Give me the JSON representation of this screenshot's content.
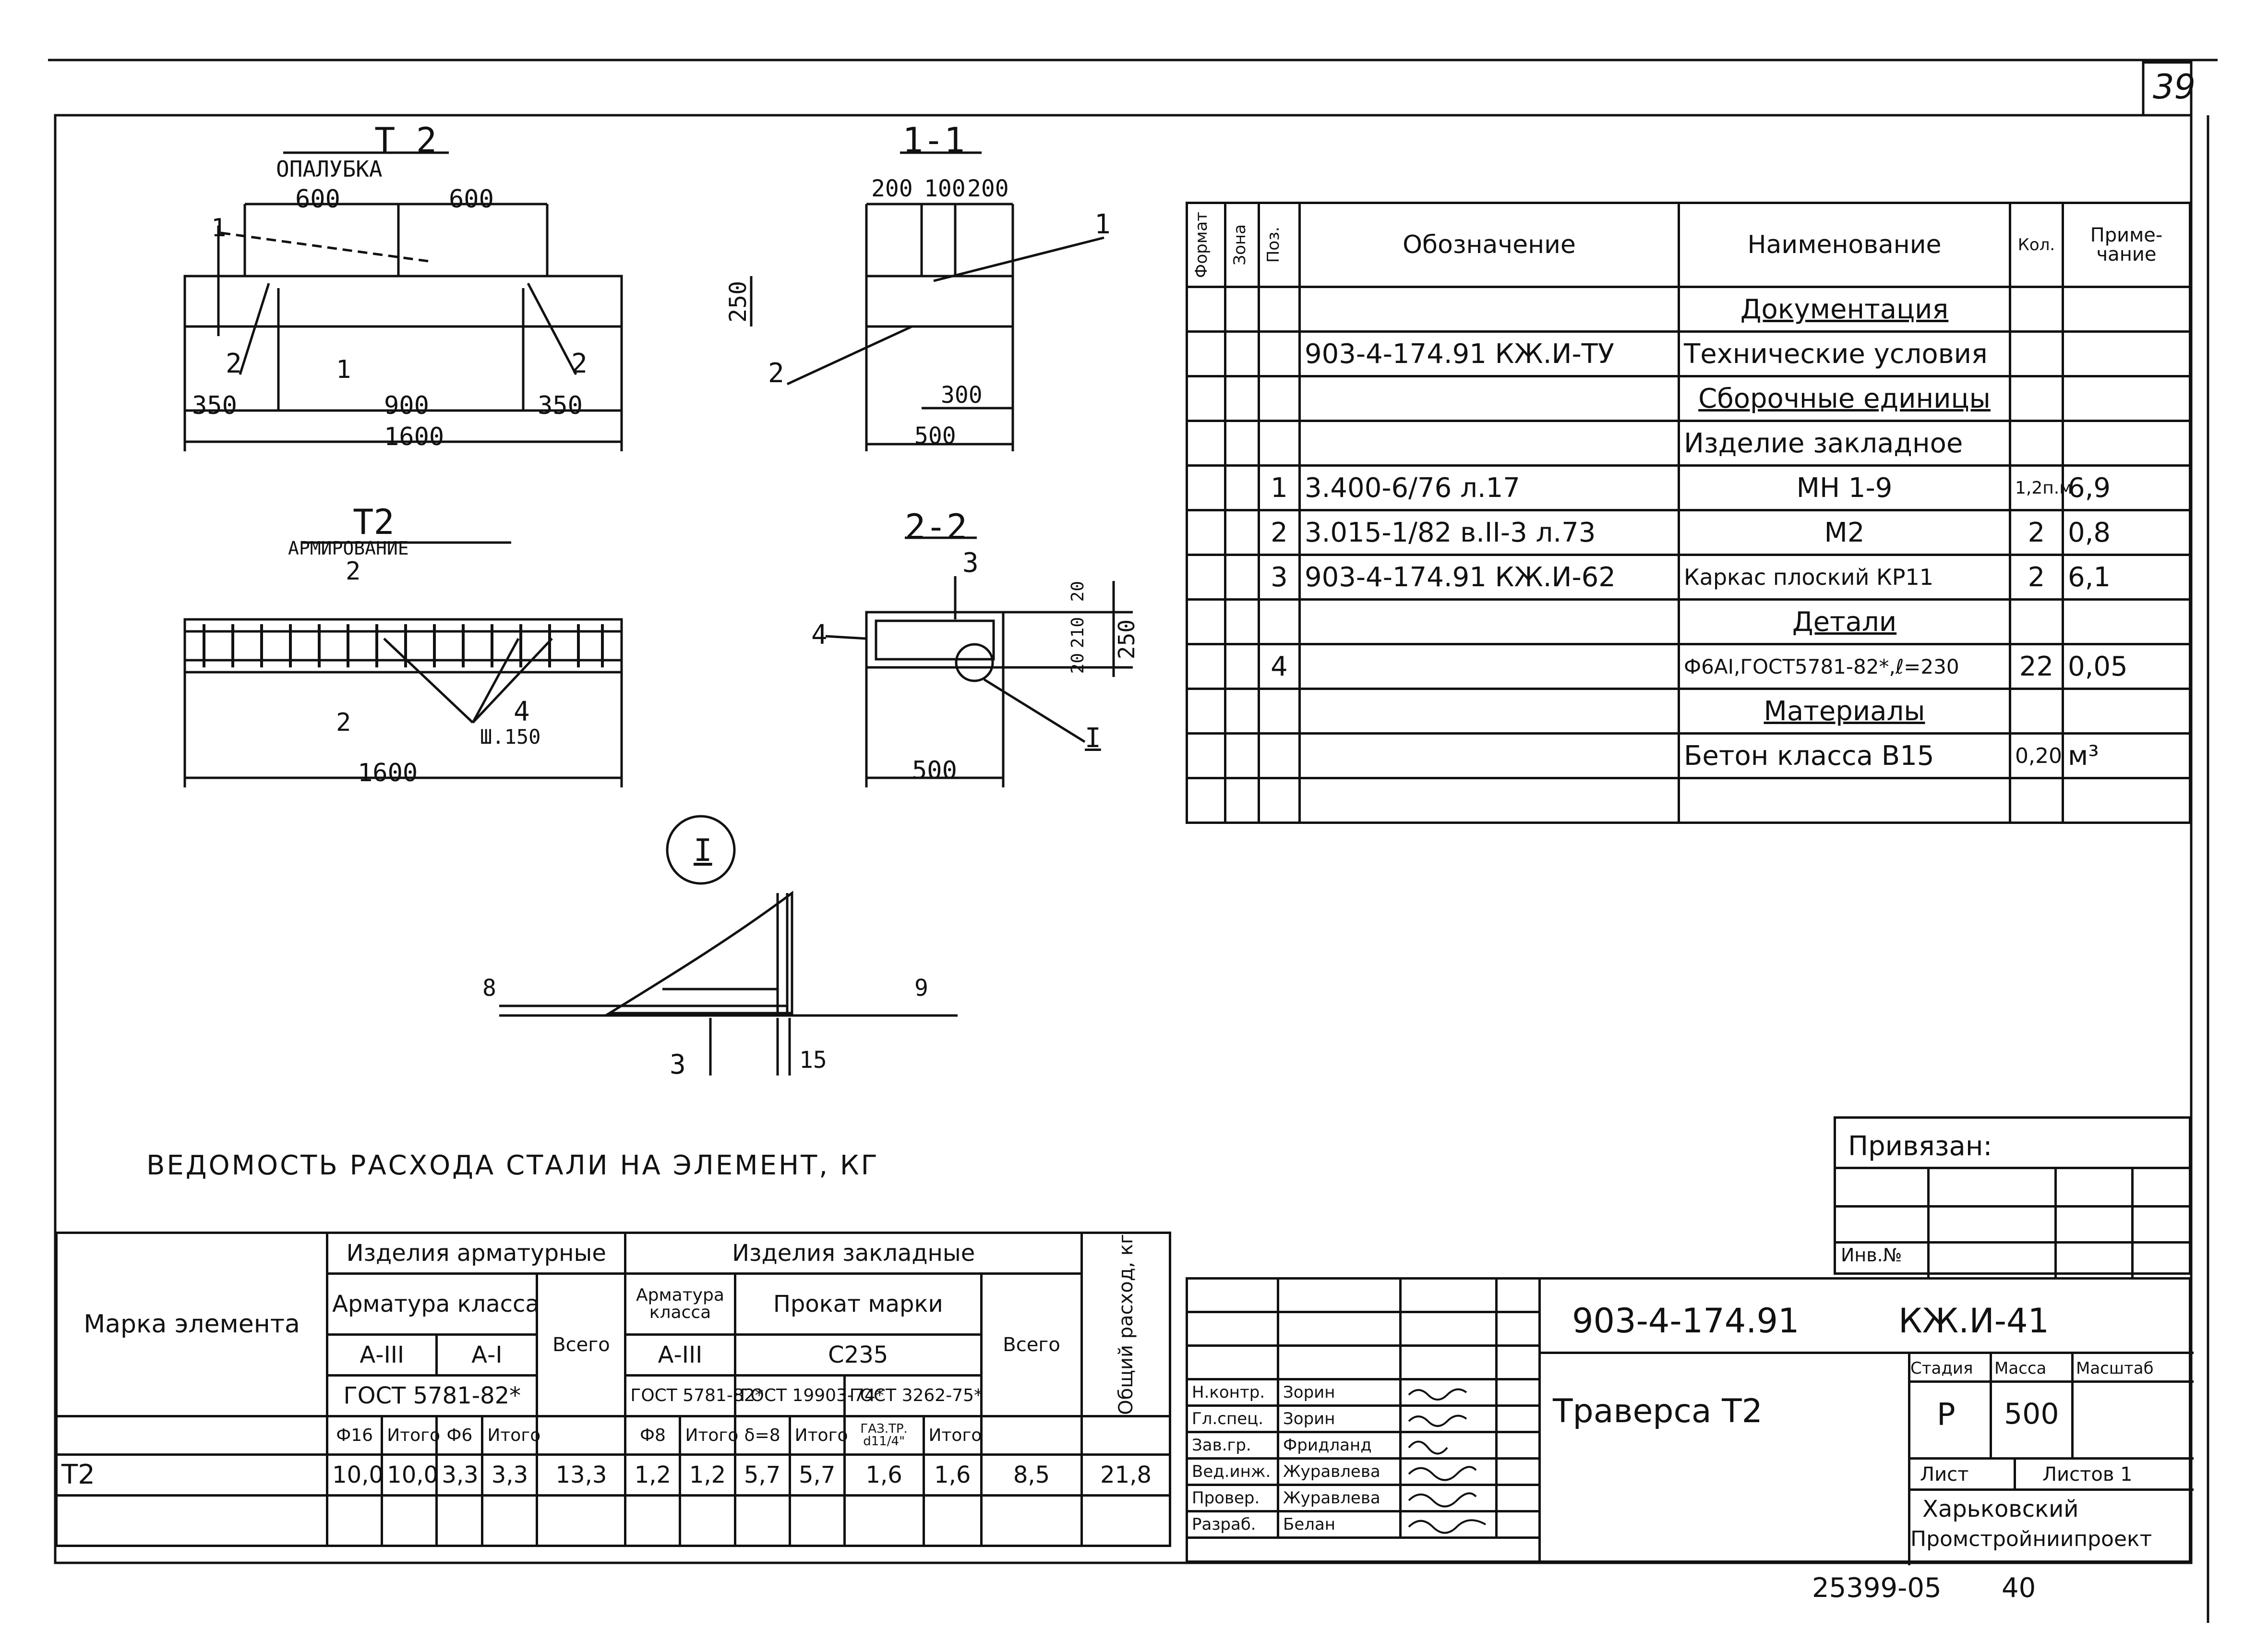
{
  "sheet": {
    "page_number": "39",
    "bottom_code": "25399-05",
    "bottom_page": "40"
  },
  "drawing_t2_formwork": {
    "title": "T 2",
    "subtitle": "ОПАЛУБКА",
    "dims": [
      "600",
      "600",
      "350",
      "900",
      "350",
      "1600",
      "250"
    ],
    "section_marks": [
      "1",
      "1"
    ],
    "callouts": [
      "2",
      "2"
    ]
  },
  "drawing_section_1_1": {
    "title": "1-1",
    "dims": [
      "200",
      "100",
      "200",
      "300",
      "500"
    ],
    "callouts": [
      "1",
      "2"
    ]
  },
  "drawing_t2_reinforcement": {
    "title": "T2",
    "subtitle": "АРМИРОВАНИЕ",
    "section_marks": [
      "2",
      "2"
    ],
    "callout": "4",
    "spacing": "Ш.150",
    "dim": "1600"
  },
  "drawing_section_2_2": {
    "title": "2-2",
    "callouts": [
      "3",
      "4",
      "I"
    ],
    "dims": [
      "20",
      "210",
      "20",
      "250",
      "500"
    ]
  },
  "detail_I": {
    "mark": "I",
    "callouts": [
      "3"
    ],
    "weld_labels": [
      "8",
      "9"
    ],
    "dim": "15"
  },
  "spec_table": {
    "headers": [
      "Формат",
      "Зона",
      "Поз.",
      "Обозначение",
      "Наименование",
      "Кол.",
      "Приме-\nчание"
    ],
    "rows": [
      {
        "pos": "",
        "designation": "",
        "name": "Документация",
        "qty": "",
        "note": "",
        "heading": true
      },
      {
        "pos": "",
        "designation": "903-4-174.91  КЖ.И-ТУ",
        "name": "Технические условия",
        "qty": "",
        "note": ""
      },
      {
        "pos": "",
        "designation": "",
        "name": "Сборочные единицы",
        "qty": "",
        "note": "",
        "heading": true
      },
      {
        "pos": "",
        "designation": "",
        "name": "Изделие закладное",
        "qty": "",
        "note": ""
      },
      {
        "pos": "1",
        "designation": "3.400-6/76  л.17",
        "name": "МН 1-9",
        "qty": "1,2п.м",
        "note": "6,9"
      },
      {
        "pos": "2",
        "designation": "3.015-1/82 в.II-3 л.73",
        "name": "М2",
        "qty": "2",
        "note": "0,8"
      },
      {
        "pos": "3",
        "designation": "903-4-174.91 КЖ.И-62",
        "name": "Каркас плоский КР11",
        "qty": "2",
        "note": "6,1"
      },
      {
        "pos": "",
        "designation": "",
        "name": "Детали",
        "qty": "",
        "note": "",
        "heading": true
      },
      {
        "pos": "4",
        "designation": "",
        "name": "Ф6АI,ГОСТ5781-82*,ℓ=230",
        "qty": "22",
        "note": "0,05"
      },
      {
        "pos": "",
        "designation": "",
        "name": "Материалы",
        "qty": "",
        "note": "",
        "heading": true
      },
      {
        "pos": "",
        "designation": "",
        "name": "Бетон класса В15",
        "qty": "0,20",
        "note": "м³"
      },
      {
        "pos": "",
        "designation": "",
        "name": "",
        "qty": "",
        "note": ""
      }
    ]
  },
  "steel_table": {
    "caption": "ВЕДОМОСТЬ РАСХОДА СТАЛИ НА ЭЛЕМЕНТ, КГ",
    "mark_header": "Марка элемента",
    "group1": "Изделия арматурные",
    "group2": "Изделия закладные",
    "armatura_klassa": "Арматура класса",
    "armatura_klassa2": "Арматура класса",
    "prokat": "Прокат марки",
    "cls_a3": "А-III",
    "cls_a1": "А-I",
    "cls_a3b": "А-III",
    "steel": "С235",
    "gost1": "ГОСТ 5781-82*",
    "gost2": "ГОСТ 5781-82*",
    "gost3": "ГОСТ 19903-74*",
    "gost4": "ГОСТ 3262-75*",
    "vsego": "Всего",
    "vsego2": "Всего",
    "total_header": "Общий расход, кг",
    "sub": [
      "Ф16",
      "Итого",
      "Ф6",
      "Итого",
      "Ф8",
      "Итого",
      "δ=8",
      "Итого",
      "ГАЗ.ТР. d11/4\"",
      "Итого"
    ],
    "row": {
      "mark": "Т2",
      "values": [
        "10,0",
        "10,0",
        "3,3",
        "3,3",
        "13,3",
        "1,2",
        "1,2",
        "5,7",
        "5,7",
        "1,6",
        "1,6",
        "8,5",
        "21,8"
      ]
    }
  },
  "title_block": {
    "privyazan": "Привязан:",
    "inv": "Инв.№",
    "code": "903-4-174.91",
    "sheet_code": "КЖ.И-41",
    "title": "Траверса Т2",
    "stage_label": "Стадия",
    "mass_label": "Масса",
    "scale_label": "Масштаб",
    "stage": "Р",
    "mass": "500",
    "list_label": "Лист",
    "sheets_label": "Листов 1",
    "org1": "Харьковский",
    "org2": "Промстройниипроект",
    "staff": [
      {
        "role": "Н.контр.",
        "name": "Зорин"
      },
      {
        "role": "Гл.спец.",
        "name": "Зорин"
      },
      {
        "role": "Зав.гр.",
        "name": "Фридланд"
      },
      {
        "role": "Вед.инж.",
        "name": "Журавлева"
      },
      {
        "role": "Провер.",
        "name": "Журавлева"
      },
      {
        "role": "Разраб.",
        "name": "Белан"
      }
    ]
  }
}
